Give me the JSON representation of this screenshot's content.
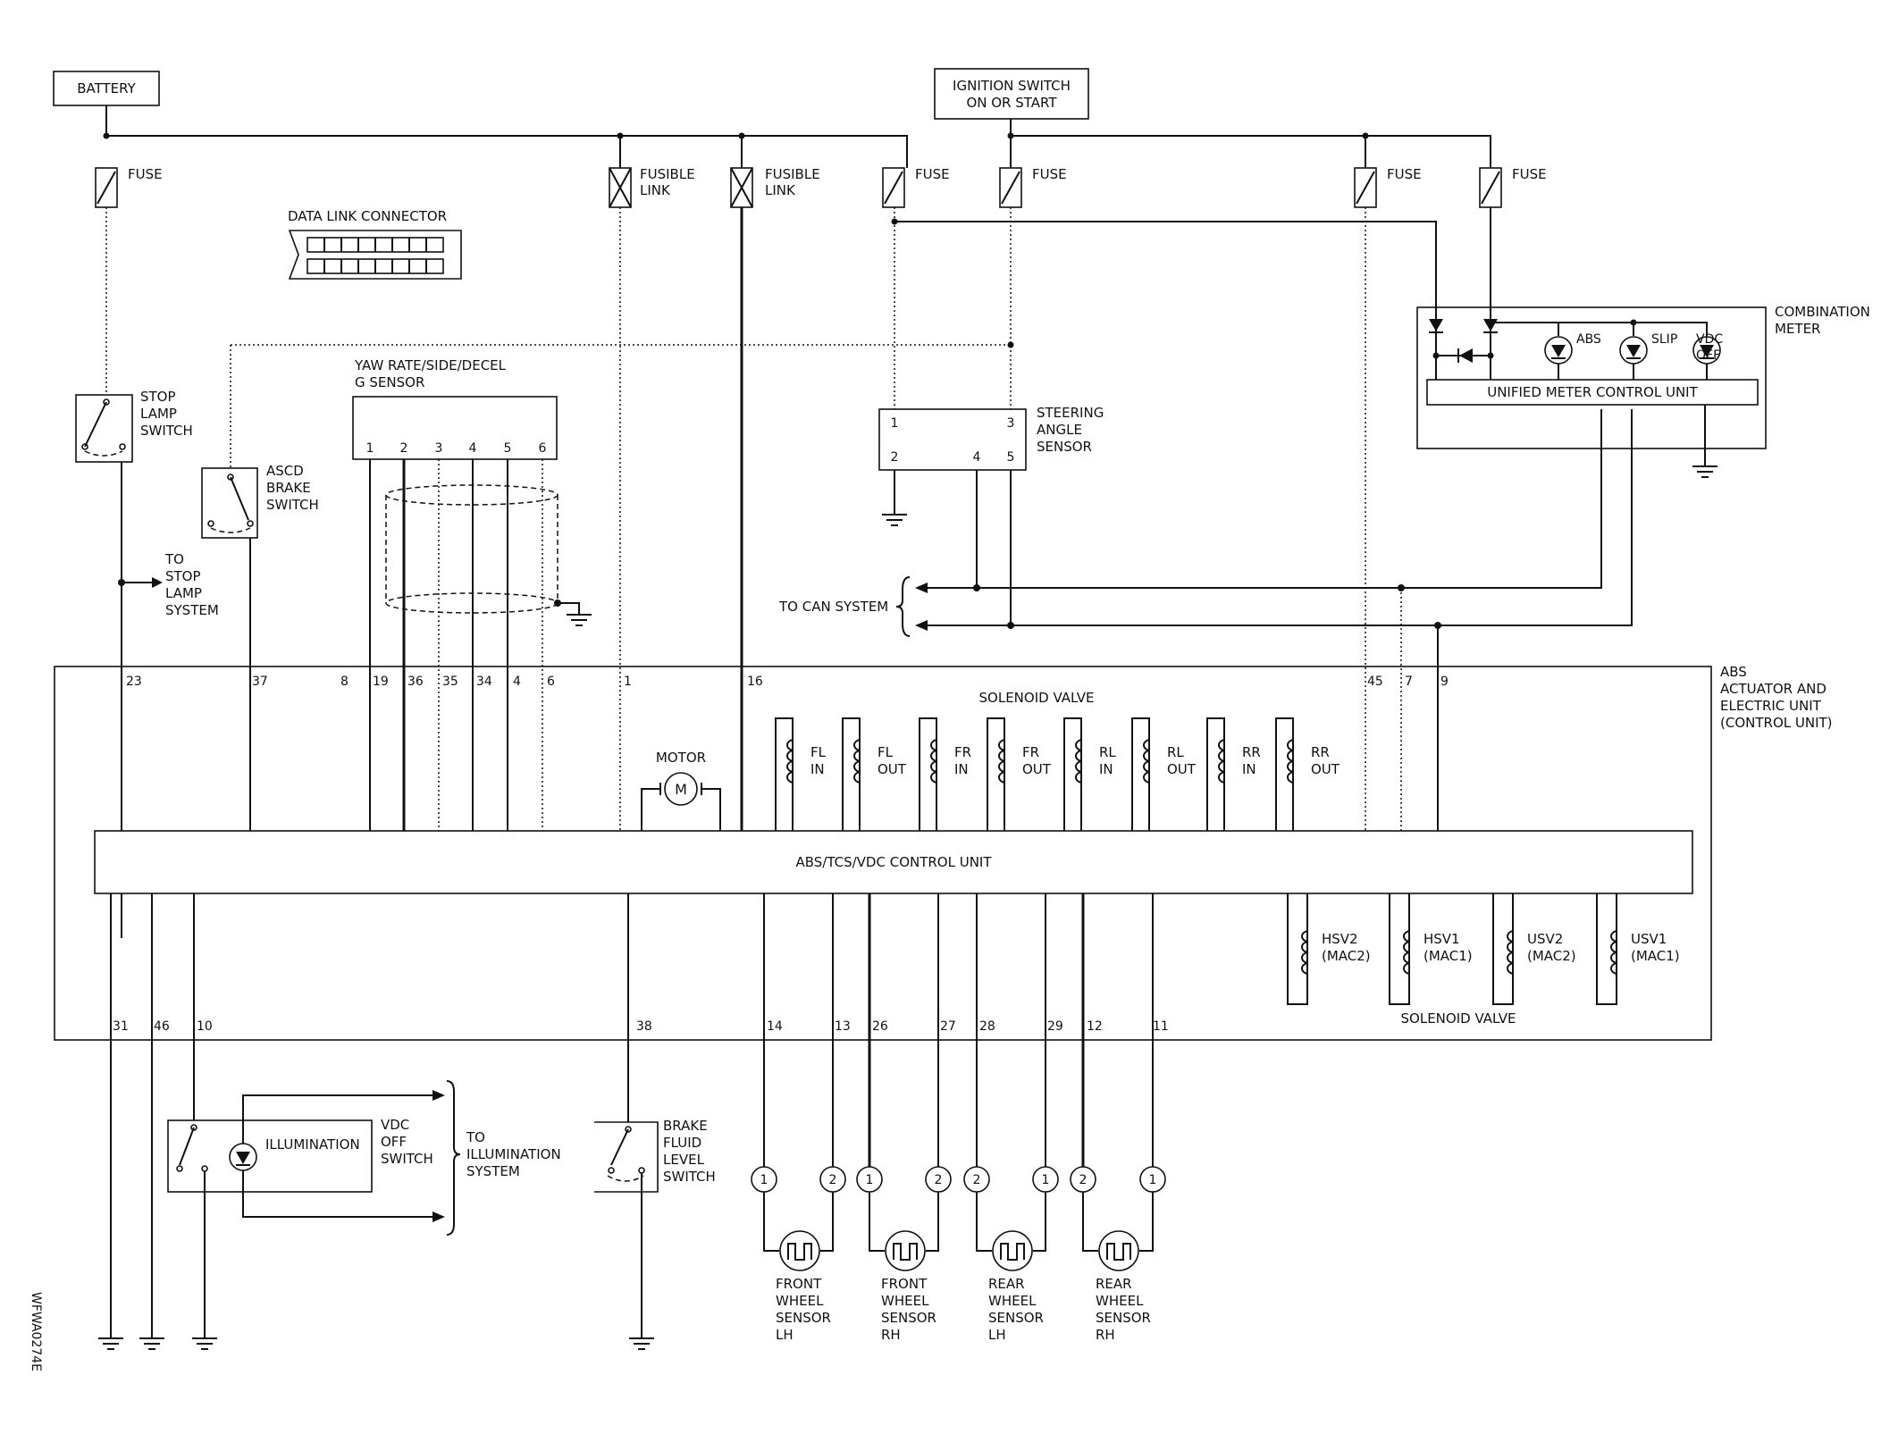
{
  "labels": {
    "battery": "BATTERY",
    "ignition_line1": "IGNITION SWITCH",
    "ignition_line2": "ON OR START",
    "fuse": "FUSE",
    "fusible_link_line1": "FUSIBLE",
    "fusible_link_line2": "LINK",
    "data_link_connector": "DATA LINK CONNECTOR",
    "stop_lamp_switch": [
      "STOP",
      "LAMP",
      "SWITCH"
    ],
    "to_stop_lamp_system": [
      "TO",
      "STOP",
      "LAMP",
      "SYSTEM"
    ],
    "ascd_brake_switch": [
      "ASCD",
      "BRAKE",
      "SWITCH"
    ],
    "yaw_sensor": [
      "YAW RATE/SIDE/DECEL",
      "G SENSOR"
    ],
    "steering_angle_sensor": [
      "STEERING",
      "ANGLE",
      "SENSOR"
    ],
    "combination_meter": [
      "COMBINATION",
      "METER"
    ],
    "unified_meter_control_unit": "UNIFIED METER CONTROL UNIT",
    "lamp_abs": "ABS",
    "lamp_slip": "SLIP",
    "lamp_vdc": [
      "VDC",
      "OFF"
    ],
    "to_can_system": "TO CAN SYSTEM",
    "abs_actuator": [
      "ABS",
      "ACTUATOR AND",
      "ELECTRIC UNIT",
      "(CONTROL UNIT)"
    ],
    "solenoid_valve": "SOLENOID VALVE",
    "motor": "MOTOR",
    "motor_symbol": "M",
    "control_unit": "ABS/TCS/VDC CONTROL UNIT",
    "illumination": "ILLUMINATION",
    "vdc_off_switch": [
      "VDC",
      "OFF",
      "SWITCH"
    ],
    "to_illumination_system": [
      "TO",
      "ILLUMINATION",
      "SYSTEM"
    ],
    "brake_fluid_level_switch": [
      "BRAKE",
      "FLUID",
      "LEVEL",
      "SWITCH"
    ],
    "figure_code": "WFWA0274E"
  },
  "valves_top": [
    {
      "l1": "FL",
      "l2": "IN"
    },
    {
      "l1": "FL",
      "l2": "OUT"
    },
    {
      "l1": "FR",
      "l2": "IN"
    },
    {
      "l1": "FR",
      "l2": "OUT"
    },
    {
      "l1": "RL",
      "l2": "IN"
    },
    {
      "l1": "RL",
      "l2": "OUT"
    },
    {
      "l1": "RR",
      "l2": "IN"
    },
    {
      "l1": "RR",
      "l2": "OUT"
    }
  ],
  "valves_bottom": [
    {
      "l1": "HSV2",
      "l2": "(MAC2)"
    },
    {
      "l1": "HSV1",
      "l2": "(MAC1)"
    },
    {
      "l1": "USV2",
      "l2": "(MAC2)"
    },
    {
      "l1": "USV1",
      "l2": "(MAC1)"
    }
  ],
  "wheel_sensors": [
    {
      "lines": [
        "FRONT",
        "WHEEL",
        "SENSOR",
        "LH"
      ],
      "pins": [
        "1",
        "2"
      ]
    },
    {
      "lines": [
        "FRONT",
        "WHEEL",
        "SENSOR",
        "RH"
      ],
      "pins": [
        "1",
        "2"
      ]
    },
    {
      "lines": [
        "REAR",
        "WHEEL",
        "SENSOR",
        "LH"
      ],
      "pins": [
        "2",
        "1"
      ]
    },
    {
      "lines": [
        "REAR",
        "WHEEL",
        "SENSOR",
        "RH"
      ],
      "pins": [
        "2",
        "1"
      ]
    }
  ],
  "top_pins": [
    "23",
    "37",
    "8",
    "19",
    "36",
    "35",
    "34",
    "4",
    "6",
    "1",
    "16",
    "45",
    "7",
    "9"
  ],
  "bottom_pins": [
    "31",
    "46",
    "10",
    "38",
    "14",
    "13",
    "26",
    "27",
    "28",
    "29",
    "12",
    "11"
  ],
  "yaw_pins": [
    "1",
    "2",
    "3",
    "4",
    "5",
    "6"
  ],
  "steering_pins": [
    "1",
    "3",
    "2",
    "4",
    "5"
  ]
}
